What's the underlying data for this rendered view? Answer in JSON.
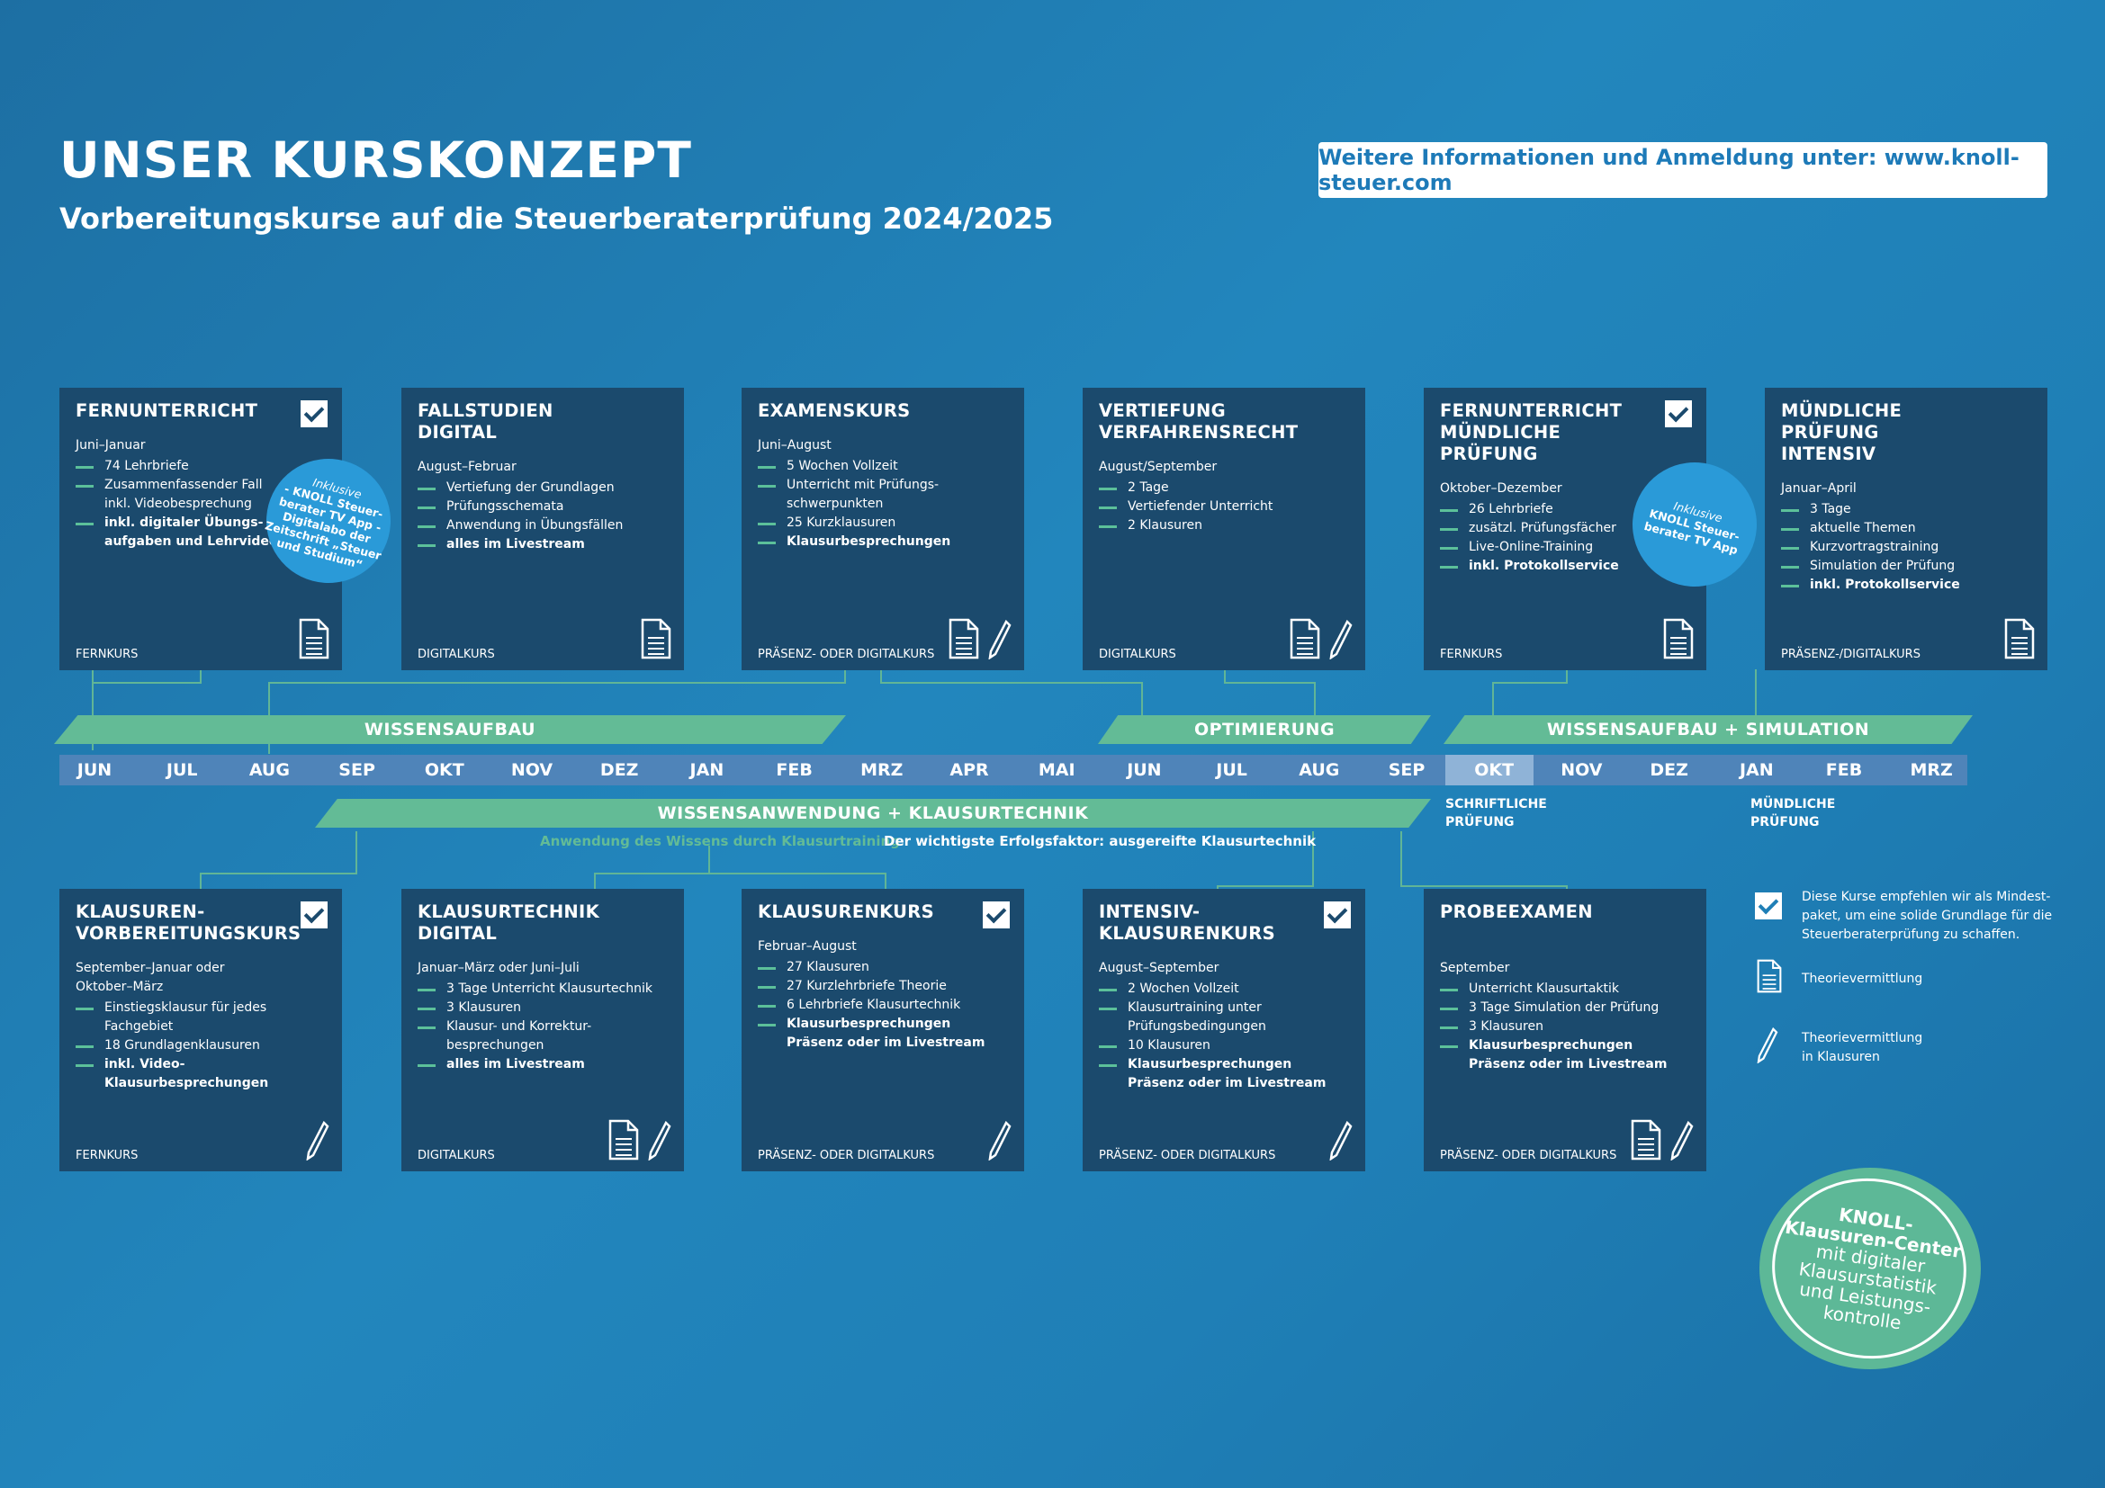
{
  "header": {
    "title": "UNSER KURSKONZEPT",
    "subtitle": "Vorbereitungskurse auf die Steuerberaterprüfung 2024/2025",
    "info": "Weitere Informationen und Anmeldung unter: www.knoll-steuer.com"
  },
  "top_cards": [
    {
      "title": "FERNUNTERRICHT",
      "period": "Juni–Januar",
      "items": [
        "74 Lehrbriefe",
        "Zusammenfassender Fall",
        "inkl. Videobesprechung",
        "inkl. digitaler Übungs-",
        "aufgaben und Lehrvideos"
      ],
      "kind": "FERNKURS"
    },
    {
      "title": "FALLSTUDIEN DIGITAL",
      "period": "August–Februar",
      "items": [
        "Vertiefung der Grundlagen",
        "Prüfungsschemata",
        "Anwendung in Übungsfällen",
        "alles im Livestream"
      ],
      "kind": "DIGITALKURS"
    },
    {
      "title": "EXAMENSKURS",
      "period": "Juni–August",
      "items": [
        "5 Wochen Vollzeit",
        "Unterricht mit Prüfungs-",
        "schwerpunkten",
        "25 Kurzklausuren",
        "Klausurbesprechungen"
      ],
      "kind": "PRÄSENZ- ODER DIGITALKURS"
    },
    {
      "title": "VERTIEFUNG VERFAHRENSRECHT",
      "period": "August/September",
      "items": [
        "2 Tage",
        "Vertiefender Unterricht",
        "2 Klausuren"
      ],
      "kind": "DIGITALKURS"
    },
    {
      "title": "FERNUNTERRICHT MÜNDLICHE PRÜFUNG",
      "period": "Oktober–Dezember",
      "items": [
        "26 Lehrbriefe",
        "zusätzl. Prüfungsfächer",
        "Live-Online-Training",
        "inkl. Protokollservice"
      ],
      "kind": "FERNKURS"
    },
    {
      "title": "MÜNDLICHE PRÜFUNG INTENSIV",
      "period": "Januar–April",
      "items": [
        "3 Tage",
        "aktuelle Themen",
        "Kurzvortragstraining",
        "Simulation der Prüfung",
        "inkl. Protokollservice"
      ],
      "kind": "PRÄSENZ-/DIGITALKURS"
    }
  ],
  "bottom_cards": [
    {
      "title": "KLAUSUREN-VORBEREITUNGSKURS",
      "period": "September–Januar oder",
      "period2": "Oktober–März",
      "items": [
        "Einstiegsklausur für jedes Fachgebiet",
        "18 Grundlagenklausuren",
        "inkl. Video-Klausurbesprechungen"
      ],
      "kind": "FERNKURS"
    },
    {
      "title": "KLAUSURTECHNIK DIGITAL",
      "period": "Januar–März oder Juni–Juli",
      "items": [
        "3 Tage Unterricht Klausurtechnik",
        "3 Klausuren",
        "Klausur- und Korrektur-",
        "besprechungen",
        "alles im Livestream"
      ],
      "kind": "DIGITALKURS"
    },
    {
      "title": "KLAUSURENKURS",
      "period": "Februar–August",
      "items": [
        "27 Klausuren",
        "27 Kurzlehrbriefe Theorie",
        "6 Lehrbriefe Klausurtechnik",
        "Klausurbesprechungen",
        "Präsenz oder im Livestream"
      ],
      "kind": "PRÄSENZ- ODER DIGITALKURS"
    },
    {
      "title": "INTENSIV-KLAUSURENKURS",
      "period": "August–September",
      "items": [
        "2 Wochen Vollzeit",
        "Klausurtraining unter",
        "Prüfungsbedingungen",
        "10 Klausuren",
        "Klausurbesprechungen",
        "Präsenz oder im Livestream"
      ],
      "kind": "PRÄSENZ- ODER DIGITALKURS"
    },
    {
      "title": "PROBEEXAMEN",
      "period": "September",
      "items": [
        "Unterricht Klausurtaktik",
        "3 Tage Simulation der Prüfung",
        "3 Klausuren",
        "Klausurbesprechungen",
        "Präsenz oder im Livestream"
      ],
      "kind": "PRÄSENZ- ODER DIGITALKURS"
    }
  ],
  "bubbles": {
    "b1_intro": "Inklusive",
    "b1_text": "- KNOLL Steuer-berater TV App - Digitalabo der Zeitschrift „Steuer und Studium“",
    "b2_intro": "Inklusive",
    "b2_text": "KNOLL Steuer-berater TV App"
  },
  "phases": {
    "p1": "WISSENSAUFBAU",
    "p2": "OPTIMIERUNG",
    "p3": "WISSENSAUFBAU + SIMULATION",
    "p4": "WISSENSANWENDUNG + KLAUSURTECHNIK"
  },
  "months": [
    "JUN",
    "JUL",
    "AUG",
    "SEP",
    "OKT",
    "NOV",
    "DEZ",
    "JAN",
    "FEB",
    "MRZ",
    "APR",
    "MAI",
    "JUN",
    "JUL",
    "AUG",
    "SEP",
    "OKT",
    "NOV",
    "DEZ",
    "JAN",
    "FEB",
    "MRZ"
  ],
  "notes": {
    "application": "Anwendung des Wissens durch Klausurtraining",
    "success": "Der wichtigste Erfolgsfaktor: ausgereifte Klausurtechnik",
    "written_1": "SCHRIFTLICHE",
    "written_2": "PRÜFUNG",
    "oral_1": "MÜNDLICHE",
    "oral_2": "PRÜFUNG"
  },
  "legend": {
    "check_1": "Diese Kurse empfehlen wir als Mindest-",
    "check_2": "paket, um eine solide Grundlage für die",
    "check_3": "Steuerberaterprüfung zu schaffen.",
    "doc": "Theorievermittlung",
    "pen_1": "Theorievermittlung",
    "pen_2": "in Klausuren"
  },
  "seal": {
    "l1": "KNOLL-",
    "l2": "Klausuren-Center",
    "l3": "mit digitaler",
    "l4": "Klausurstatistik",
    "l5": "und Leistungs-",
    "l6": "kontrolle"
  },
  "colors": {
    "card": "#1b4a6d",
    "accent": "#63bb96",
    "month_bar": "#4f84b9",
    "month_highlight": "#8fb3d7"
  }
}
